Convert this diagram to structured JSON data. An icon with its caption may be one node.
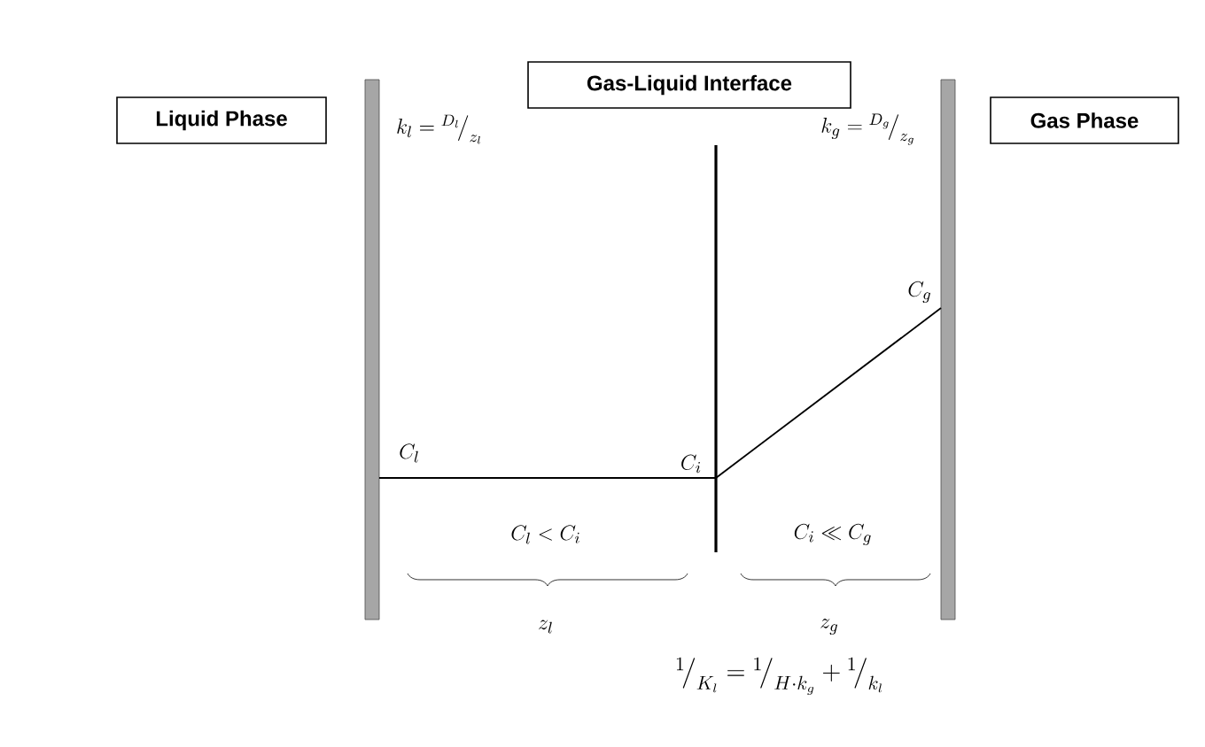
{
  "diagram": {
    "nodes": [
      {
        "text": [
          "Liquid Phase"
        ]
      },
      {
        "text": [
          "Gas-Liquid Interface"
        ]
      },
      {
        "text": [
          "Gas Phase"
        ]
      }
    ],
    "edges": [],
    "labels": [
      "k_l = {}^{D_l}\\!\\big/_{z_l}",
      "k_g = {}^{D_g}\\!\\big/_{z_g}",
      "C_g",
      "C_l",
      "C_i",
      "C_l < C_i",
      "C_i \\ll C_g",
      "z_l",
      "z_g",
      "{}^{1}\\!\\big/_{K_l} = {}^{1}\\!\\big/_{H \\cdot k_g} + {}^{1}\\!\\big/_{k_l}"
    ]
  }
}
